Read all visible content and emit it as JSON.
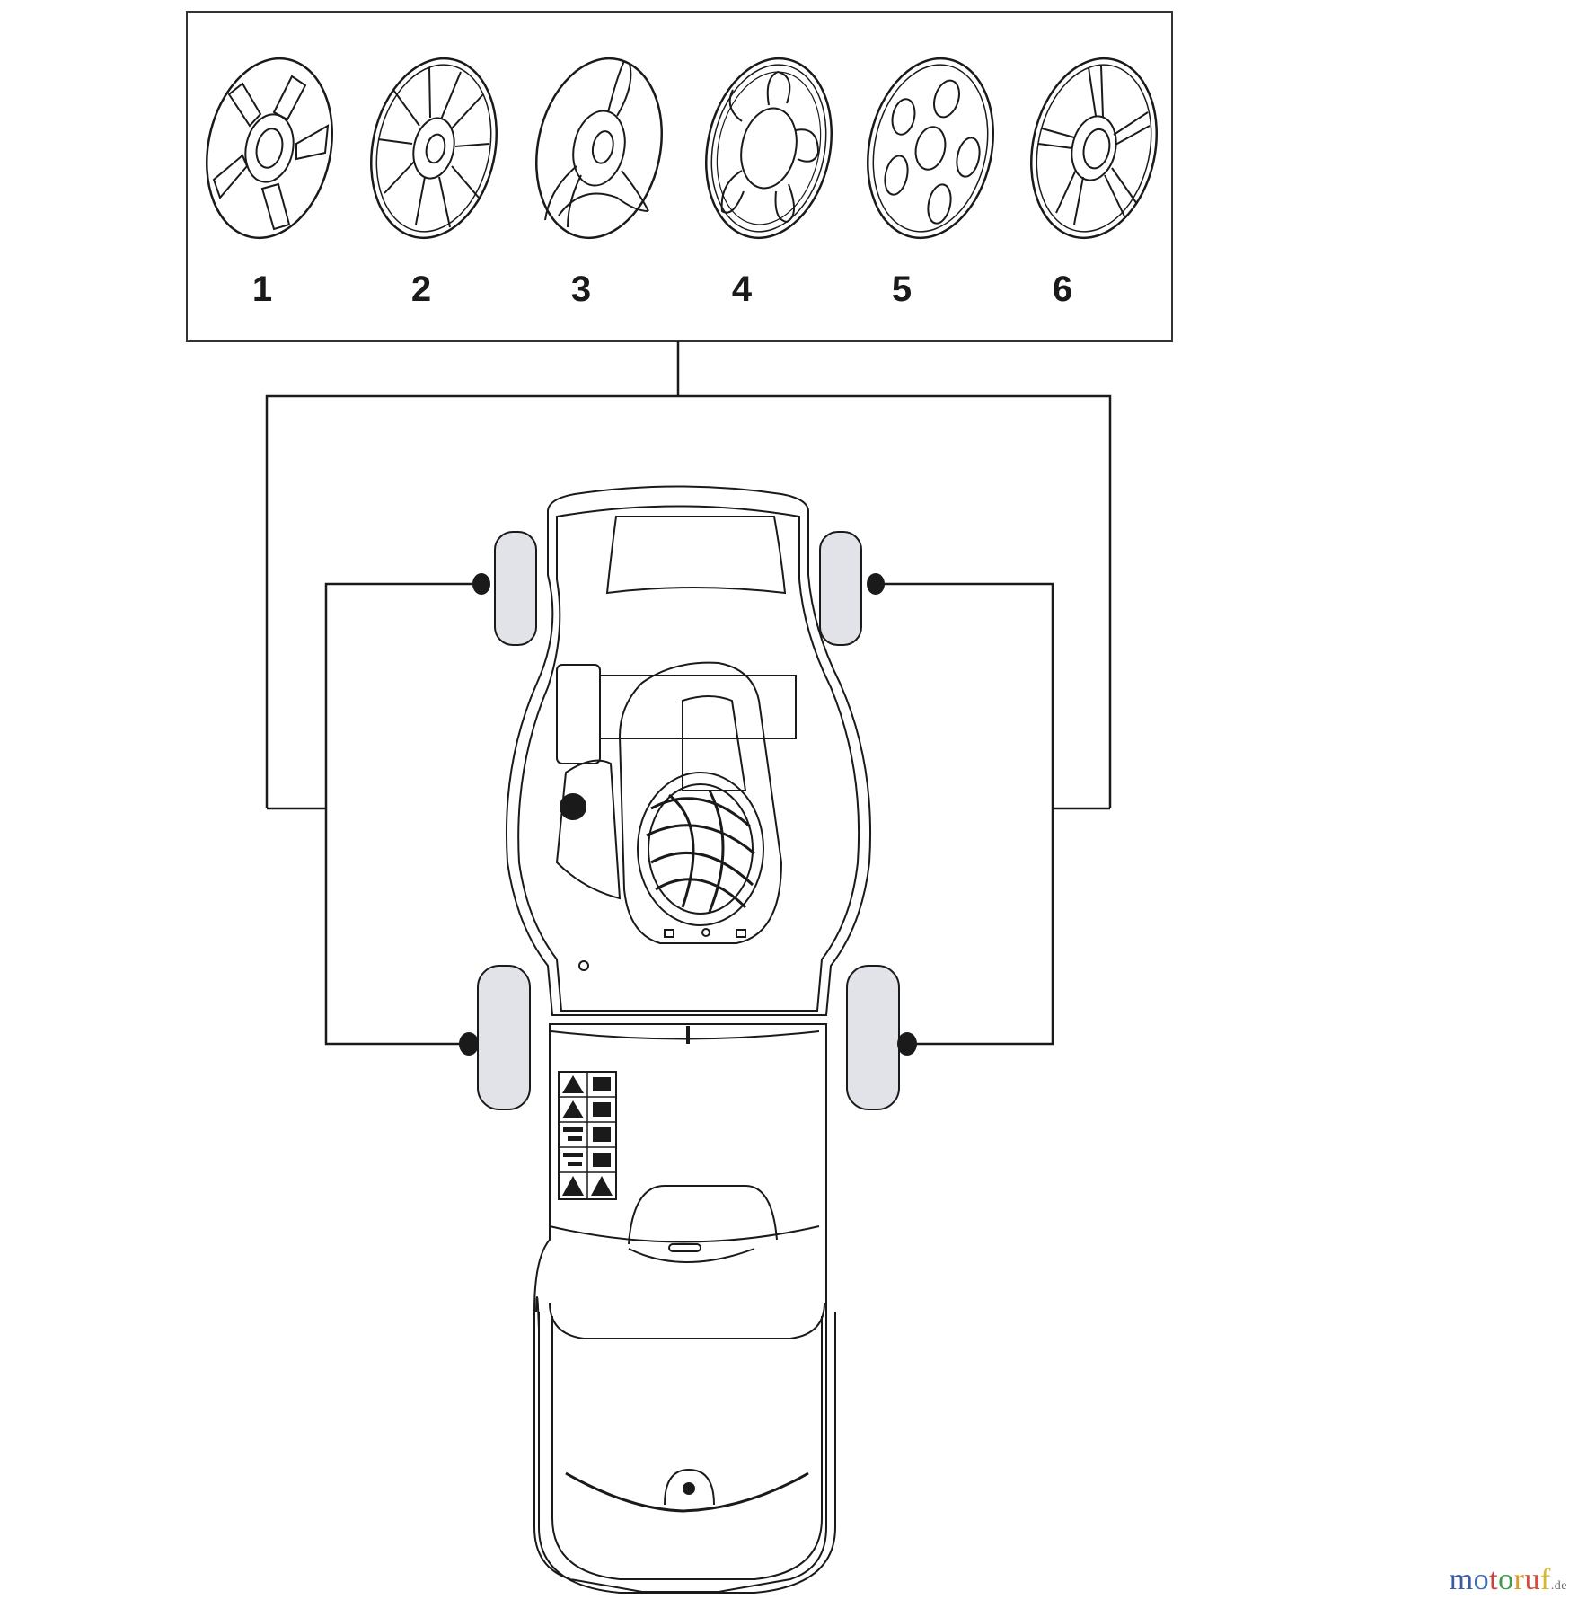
{
  "diagram": {
    "title_box": {
      "hubcap_options": [
        {
          "number": "1",
          "style": "five-spoke with trapezoid windows"
        },
        {
          "number": "2",
          "style": "ten-slot radial spokes"
        },
        {
          "number": "3",
          "style": "three-blade sweep"
        },
        {
          "number": "4",
          "style": "ring with scalloped windows"
        },
        {
          "number": "5",
          "style": "five oval holes"
        },
        {
          "number": "6",
          "style": "five twin-spoke"
        }
      ]
    },
    "main_view": "lawnmower-top-view",
    "wheel_positions": [
      "front-left",
      "front-right",
      "rear-left",
      "rear-right"
    ],
    "colors": {
      "line": "#1a1a1a",
      "tire_fill": "#e2e3e8",
      "background": "#ffffff"
    }
  },
  "watermark": {
    "letters": [
      "m",
      "o",
      "t",
      "o",
      "r",
      "u",
      "f"
    ],
    "letter_colors": [
      "#3a5aa8",
      "#3e6fb5",
      "#d23c3c",
      "#3f9a4a",
      "#e0962a",
      "#d24a3a",
      "#d9b72a"
    ],
    "tld": ".de"
  }
}
